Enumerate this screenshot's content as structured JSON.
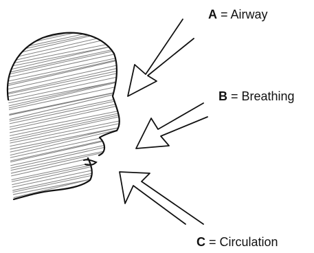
{
  "labels": {
    "a": {
      "letter": "A",
      "text": " = Airway"
    },
    "b": {
      "letter": "B",
      "text": " = Breathing"
    },
    "c": {
      "letter": "C",
      "text": " = Circulation"
    }
  },
  "colors": {
    "ink": "#111111",
    "hatch": "#555555",
    "background": "#ffffff"
  }
}
